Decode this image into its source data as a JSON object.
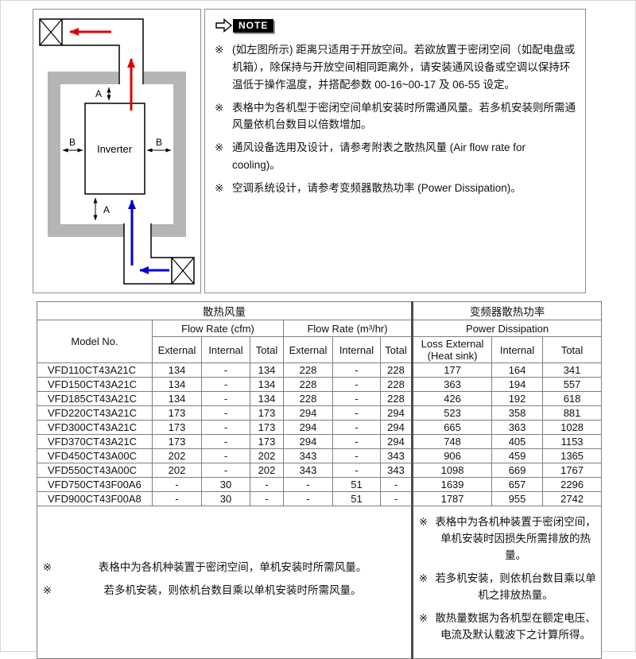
{
  "note": {
    "badge": "NOTE",
    "marker": "※",
    "items": [
      "(如左图所示) 距离只适用于开放空间。若欲放置于密闭空间（如配电盘或机箱），除保持与开放空间相同距离外，请安装通风设备或空调以保持环温低于操作温度，并搭配参数 00-16~00-17 及 06-55 设定。",
      "表格中为各机型于密闭空间单机安装时所需通风量。若多机安装则所需通风量依机台数目以倍数增加。",
      "通风设备选用及设计，请参考附表之散热风量 (Air flow rate for cooling)。",
      "空调系统设计，请参考变频器散热功率 (Power Dissipation)。"
    ]
  },
  "diagram": {
    "inverter_label": "Inverter",
    "dim_a": "A",
    "dim_b": "B",
    "colors": {
      "outlet_arrow": "#dd0000",
      "inlet_arrow": "#0000cc",
      "enclosure_fill": "#b5b5b5"
    }
  },
  "table": {
    "marker": "※",
    "section_left": "散热风量",
    "section_right": "变频器散热功率",
    "model_header": "Model No.",
    "group_cfm": "Flow Rate (cfm)",
    "group_m3": "Flow Rate (m³/hr)",
    "group_power": "Power Dissipation",
    "col_headers": [
      "External",
      "Internal",
      "Total",
      "External",
      "Internal",
      "Total",
      "Loss External (Heat sink)",
      "Internal",
      "Total"
    ],
    "rows": [
      {
        "model": "VFD110CT43A21C",
        "values": [
          "134",
          "-",
          "134",
          "228",
          "-",
          "228",
          "177",
          "164",
          "341"
        ]
      },
      {
        "model": "VFD150CT43A21C",
        "values": [
          "134",
          "-",
          "134",
          "228",
          "-",
          "228",
          "363",
          "194",
          "557"
        ]
      },
      {
        "model": "VFD185CT43A21C",
        "values": [
          "134",
          "-",
          "134",
          "228",
          "-",
          "228",
          "426",
          "192",
          "618"
        ]
      },
      {
        "model": "VFD220CT43A21C",
        "values": [
          "173",
          "-",
          "173",
          "294",
          "-",
          "294",
          "523",
          "358",
          "881"
        ]
      },
      {
        "model": "VFD300CT43A21C",
        "values": [
          "173",
          "-",
          "173",
          "294",
          "-",
          "294",
          "665",
          "363",
          "1028"
        ]
      },
      {
        "model": "VFD370CT43A21C",
        "values": [
          "173",
          "-",
          "173",
          "294",
          "-",
          "294",
          "748",
          "405",
          "1153"
        ]
      },
      {
        "model": "VFD450CT43A00C",
        "values": [
          "202",
          "-",
          "202",
          "343",
          "-",
          "343",
          "906",
          "459",
          "1365"
        ]
      },
      {
        "model": "VFD550CT43A00C",
        "values": [
          "202",
          "-",
          "202",
          "343",
          "-",
          "343",
          "1098",
          "669",
          "1767"
        ]
      },
      {
        "model": "VFD750CT43F00A6",
        "values": [
          "-",
          "30",
          "-",
          "-",
          "51",
          "-",
          "1639",
          "657",
          "2296"
        ]
      },
      {
        "model": "VFD900CT43F00A8",
        "values": [
          "-",
          "30",
          "-",
          "-",
          "51",
          "-",
          "1787",
          "955",
          "2742"
        ]
      }
    ],
    "footnotes_left": [
      "表格中为各机种装置于密闭空间，单机安装时所需风量。",
      "若多机安装，则依机台数目乘以单机安装时所需风量。"
    ],
    "footnotes_right": [
      "表格中为各机种装置于密闭空间，单机安装时因损失所需排放的热量。",
      "若多机安装，则依机台数目乘以单机之排放热量。",
      "散热量数据为各机型在额定电压、电流及默认载波下之计算所得。"
    ]
  }
}
